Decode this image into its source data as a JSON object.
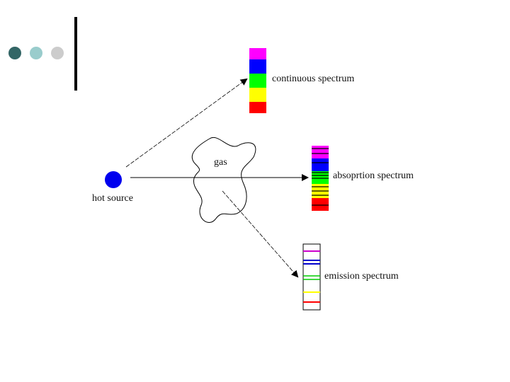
{
  "decor": {
    "dot_colors": [
      "#336666",
      "#99cccc",
      "#cccccc"
    ],
    "bar_color": "#000000"
  },
  "labels": {
    "gas": "gas",
    "hot_source": "hot source",
    "continuous": "continuous spectrum",
    "absorption": "absoprtion spectrum",
    "emission": "emission spectrum"
  },
  "source": {
    "color": "#0000ee"
  },
  "spectra": {
    "continuous": {
      "bands": [
        "#ff00ff",
        "#0000ff",
        "#00ff00",
        "#ffff00",
        "#ff0000"
      ]
    },
    "absorption": {
      "bands": [
        "#ff00ff",
        "#0000ff",
        "#00ff00",
        "#ffff00",
        "#ff0000"
      ],
      "dark_lines": 10
    },
    "emission": {
      "lines": [
        "#cc00cc",
        "#0000cc",
        "#0000cc",
        "#00cc00",
        "#00cc00",
        "#ffff00",
        "#ff0000"
      ]
    }
  }
}
